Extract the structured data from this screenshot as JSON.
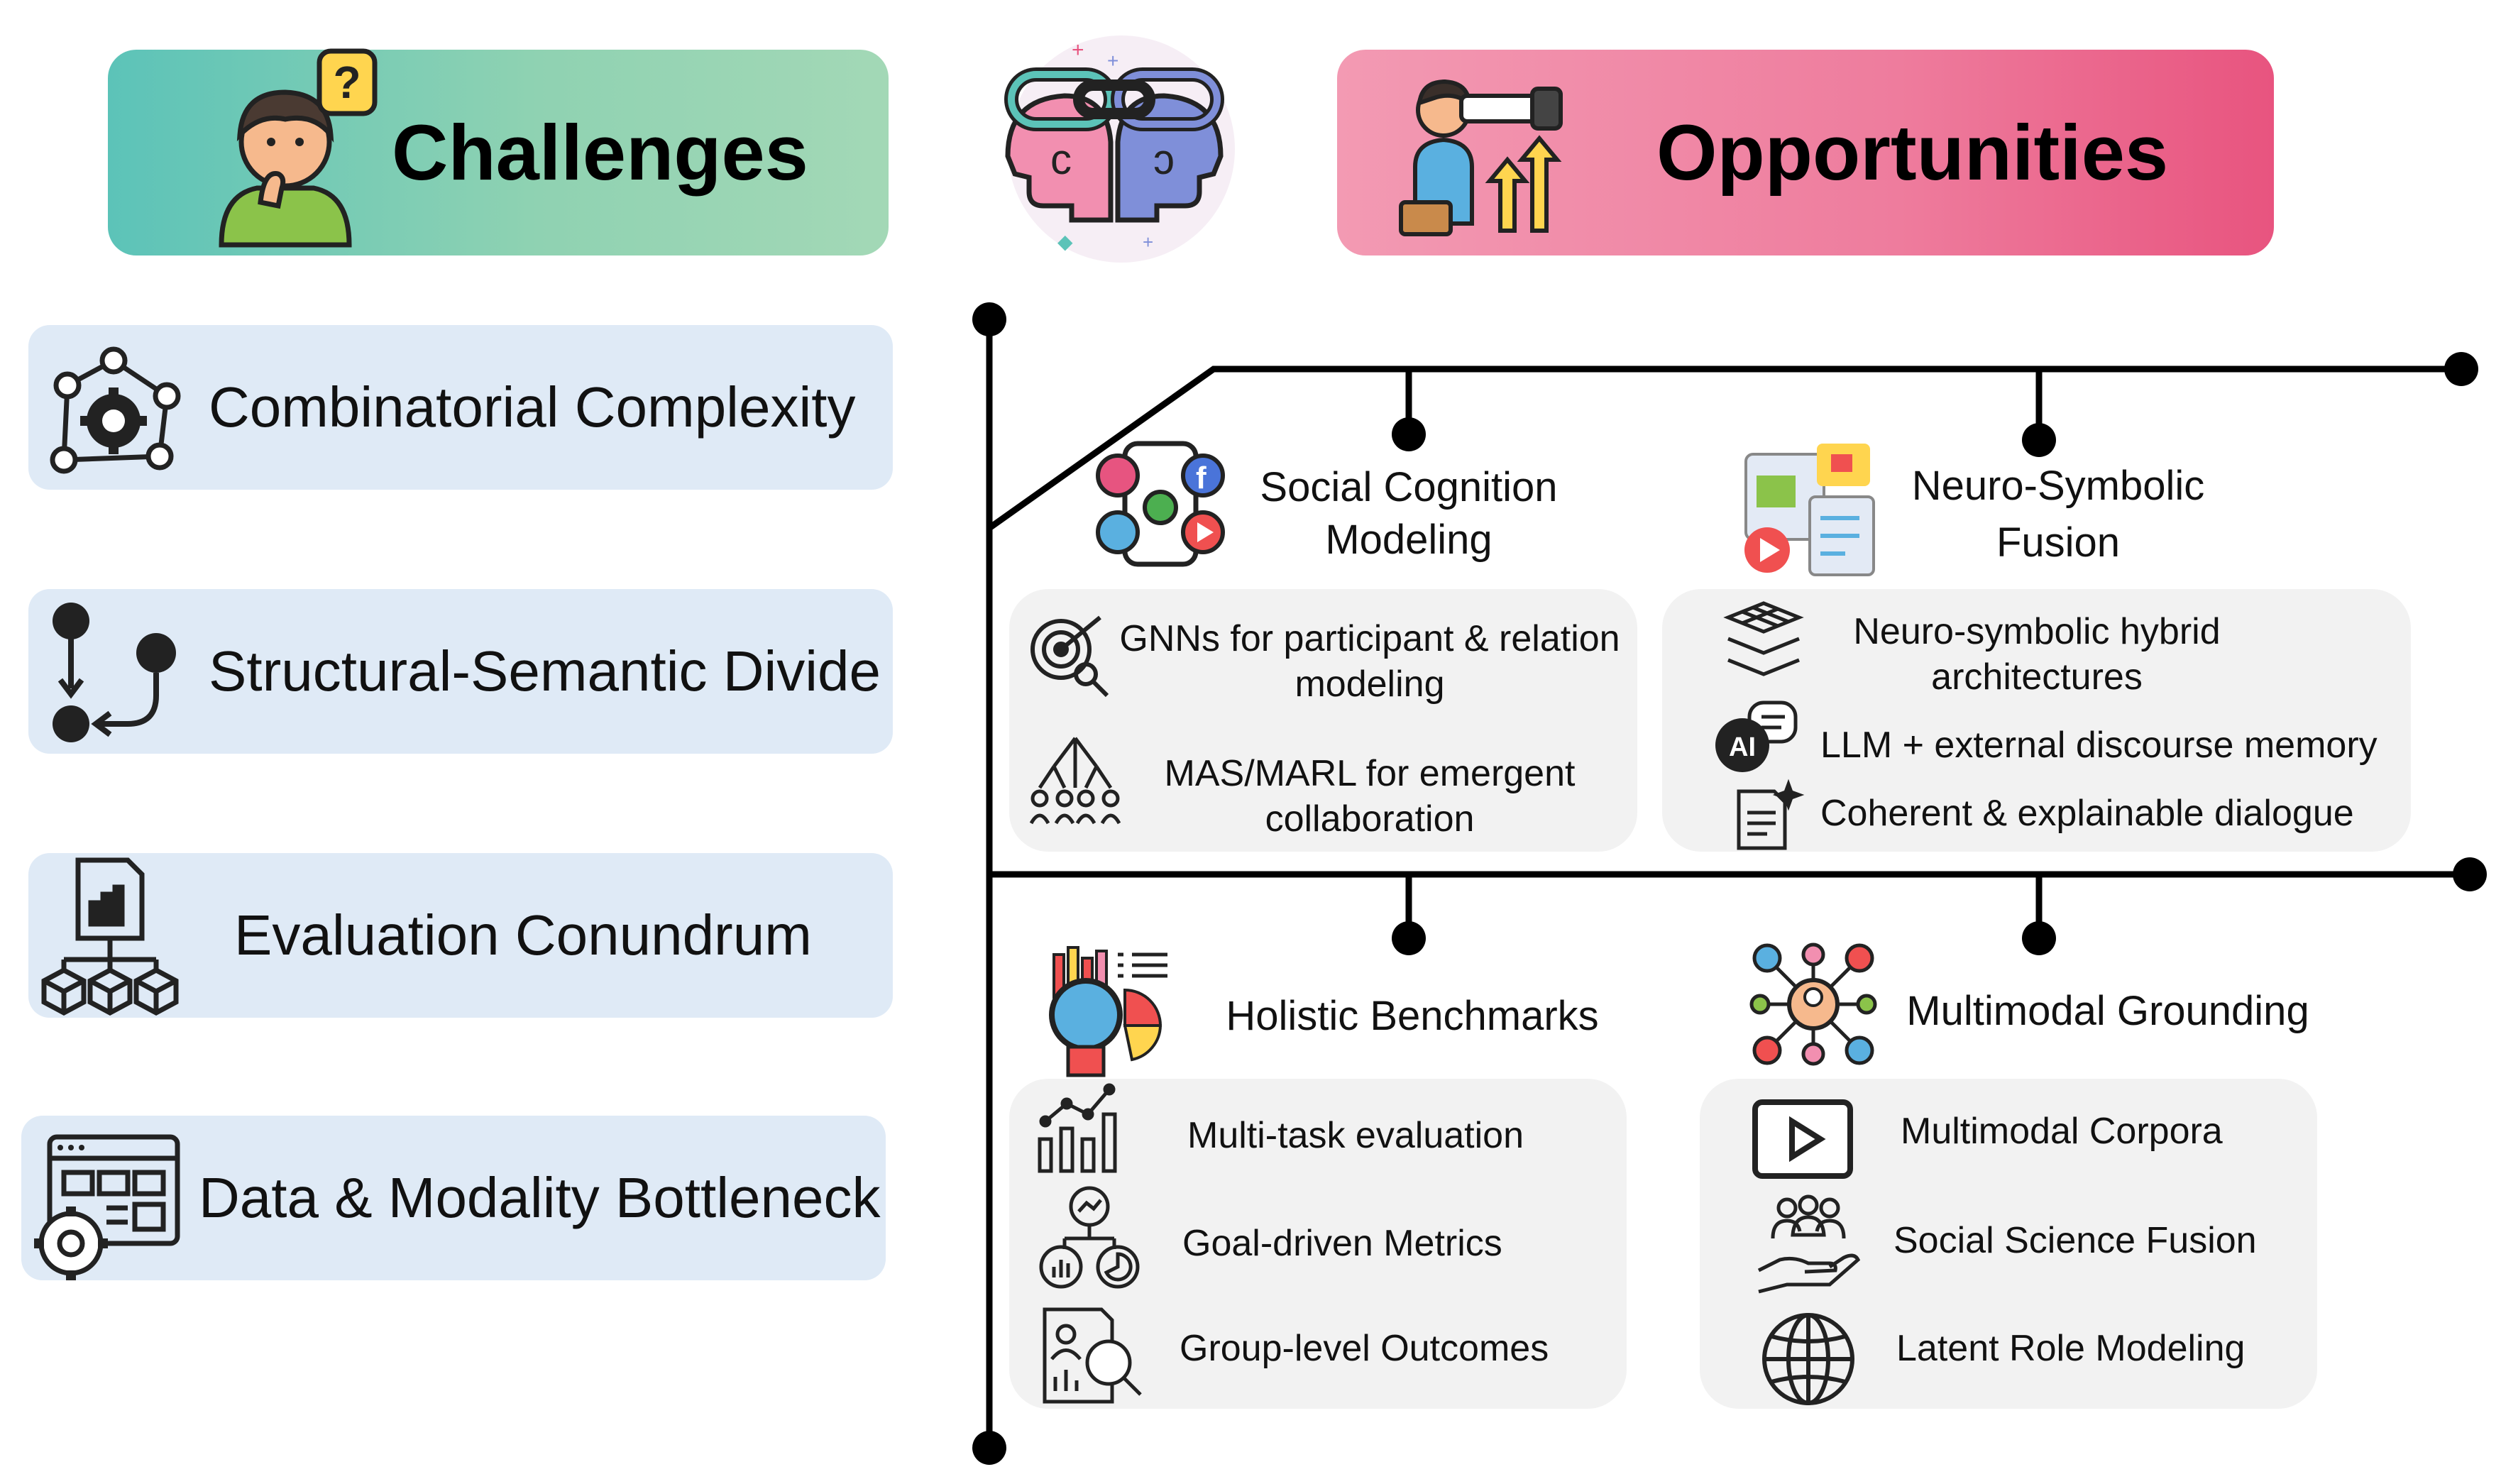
{
  "headers": {
    "challenges": "Challenges",
    "opportunities": "Opportunities"
  },
  "challenges": [
    {
      "label": "Combinatorial Complexity",
      "icon": "gears-network-icon"
    },
    {
      "label": "Structural-Semantic Divide",
      "icon": "node-arrows-icon"
    },
    {
      "label": "Evaluation Conundrum",
      "icon": "report-cubes-icon"
    },
    {
      "label": "Data & Modality Bottleneck",
      "icon": "dashboard-gear-icon"
    }
  ],
  "opportunities": {
    "social_cognition": {
      "title_line1": "Social Cognition",
      "title_line2": "Modeling",
      "items": [
        {
          "line1": "GNNs for participant & relation",
          "line2": "modeling",
          "icon": "target-magnifier-icon"
        },
        {
          "line1": "MAS/MARL for emergent",
          "line2": "collaboration",
          "icon": "agent-network-icon"
        }
      ]
    },
    "neuro_symbolic": {
      "title_line1": "Neuro-Symbolic",
      "title_line2": "Fusion",
      "items": [
        {
          "line1": "Neuro-symbolic hybrid",
          "line2": "architectures",
          "icon": "layers-icon"
        },
        {
          "line1": "LLM + external discourse memory",
          "icon": "ai-chat-icon"
        },
        {
          "line1": "Coherent & explainable dialogue",
          "icon": "document-sparkle-icon"
        }
      ]
    },
    "holistic_benchmarks": {
      "title": "Holistic Benchmarks",
      "items": [
        {
          "line1": "Multi-task evaluation",
          "icon": "bar-trend-icon"
        },
        {
          "line1": "Goal-driven Metrics",
          "icon": "metrics-icon"
        },
        {
          "line1": "Group-level Outcomes",
          "icon": "report-search-icon"
        }
      ]
    },
    "multimodal_grounding": {
      "title": "Multimodal Grounding",
      "items": [
        {
          "line1": "Multimodal Corpora",
          "icon": "play-icon"
        },
        {
          "line1": "Social Science Fusion",
          "icon": "people-hand-icon"
        },
        {
          "line1": "Latent Role Modeling",
          "icon": "globe-icon"
        }
      ]
    }
  },
  "colors": {
    "challenge_box": "#dfeaf6",
    "panel": "#f2f2f2",
    "challenges_gradient_start": "#5cc3b8",
    "opportunities_gradient_end": "#e8547f"
  }
}
